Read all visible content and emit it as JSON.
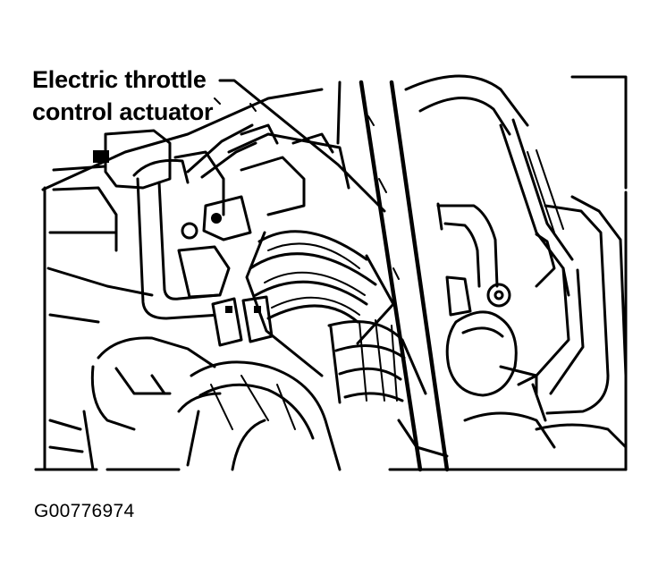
{
  "callout": {
    "line1": "Electric throttle",
    "line2": "control actuator"
  },
  "figure_code": "G00776974",
  "colors": {
    "ink": "#000000",
    "paper": "#ffffff"
  }
}
